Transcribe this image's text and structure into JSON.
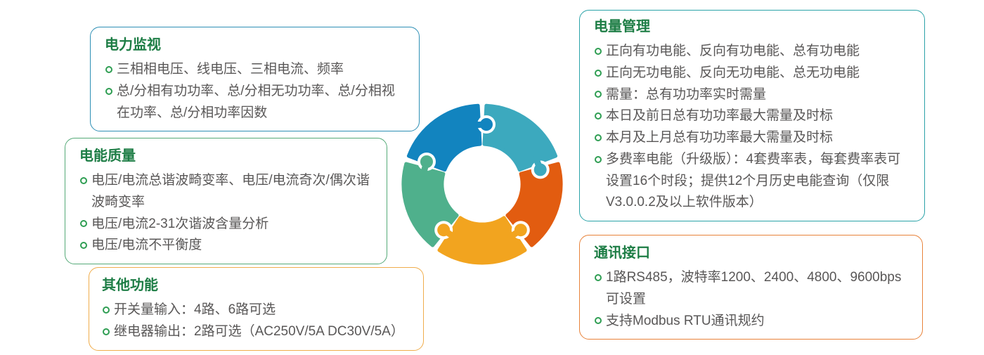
{
  "boxes": [
    {
      "id": "power-monitoring",
      "title": "电力监视",
      "border_color": "#2e8fb5",
      "items": [
        "三相相电压、线电压、三相电流、频率",
        "总/分相有功功率、总/分相无功功率、总/分相视在功率、总/分相功率因数"
      ]
    },
    {
      "id": "power-quality",
      "title": "电能质量",
      "border_color": "#55aa78",
      "items": [
        "电压/电流总谐波畸变率、电压/电流奇次/偶次谐波畸变率",
        "电压/电流2-31次谐波含量分析",
        "电压/电流不平衡度"
      ]
    },
    {
      "id": "other-functions",
      "title": "其他功能",
      "border_color": "#f0ad4c",
      "items": [
        "开关量输入：4路、6路可选",
        "继电器输出：2路可选（AC250V/5A  DC30V/5A）"
      ]
    },
    {
      "id": "energy-management",
      "title": "电量管理",
      "border_color": "#2ba3a8",
      "items": [
        "正向有功电能、反向有功电能、总有功电能",
        "正向无功电能、反向无功电能、总无功电能",
        "需量：总有功功率实时需量",
        "本日及前日总有功功率最大需量及时标",
        "本月及上月总有功功率最大需量及时标",
        "多费率电能（升级版）：4套费率表，每套费率表可设置16个时段；提供12个月历史电能查询（仅限V3.0.0.2及以上软件版本）"
      ]
    },
    {
      "id": "communication-interface",
      "title": "通讯接口",
      "border_color": "#e8823a",
      "items": [
        "1路RS485，波特率1200、2400、4800、9600bps可设置",
        "支持Modbus RTU通讯规约"
      ]
    }
  ],
  "puzzle": {
    "description": "circular-puzzle-ring-5-pieces",
    "pieces": [
      {
        "name": "top-left-blue",
        "color": "#1284bf"
      },
      {
        "name": "top-right-teal",
        "color": "#3ca9be"
      },
      {
        "name": "right-orange",
        "color": "#e25c10"
      },
      {
        "name": "bottom-amber",
        "color": "#f2a41f"
      },
      {
        "name": "left-green",
        "color": "#4fb08c"
      }
    ]
  },
  "text_colors": {
    "title": "#1d7d45",
    "body": "#595757",
    "bullet": "#2f9e53"
  }
}
